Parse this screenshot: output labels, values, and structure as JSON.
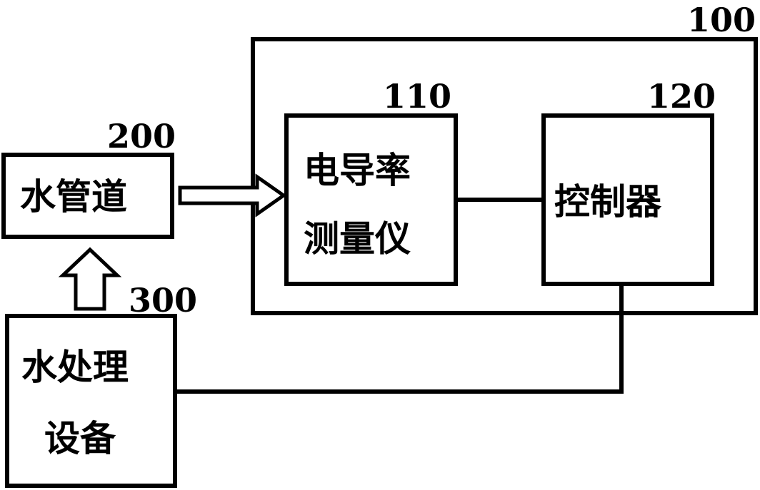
{
  "labels": {
    "system": "100",
    "meter": "110",
    "controller": "120",
    "pipe": "200",
    "treatment": "300"
  },
  "blocks": {
    "meter_line1": "电导率",
    "meter_line2": "测量仪",
    "controller": "控制器",
    "pipe": "水管道",
    "treatment_line1": "水处理",
    "treatment_line2": "设备"
  }
}
